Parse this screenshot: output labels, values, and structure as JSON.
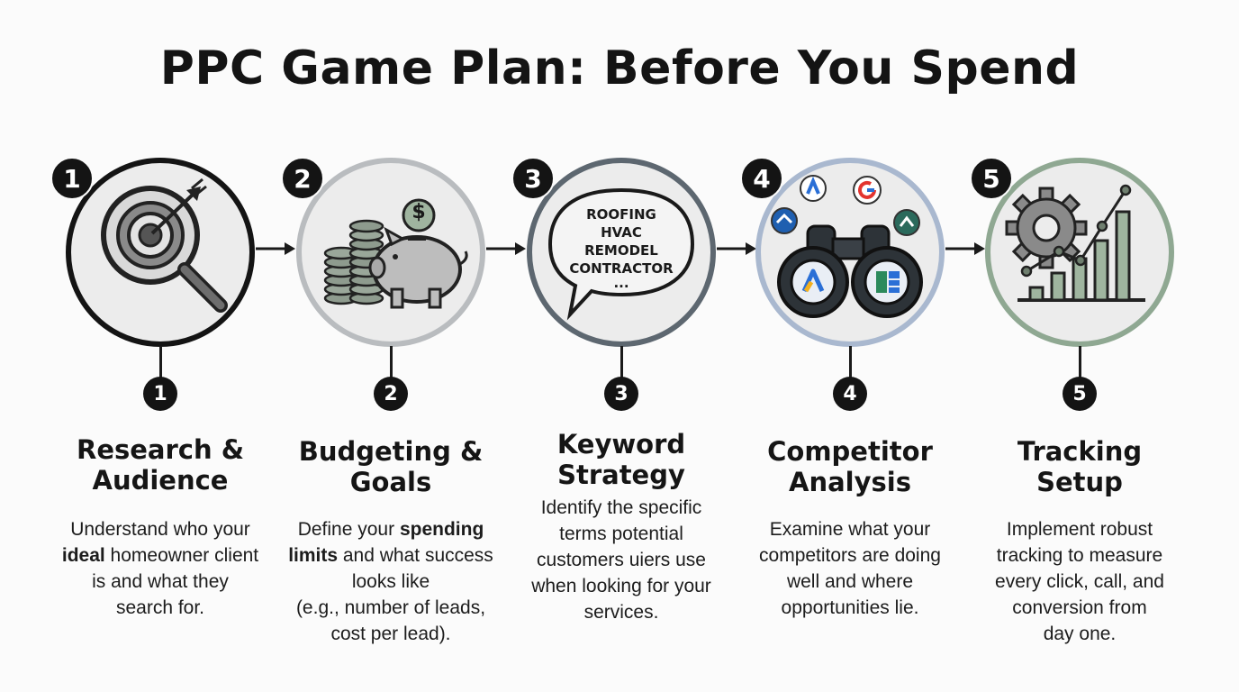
{
  "title": "PPC Game Plan: Before You Spend",
  "steps": [
    {
      "number": "1",
      "label_line1": "Research &",
      "label_line2": "Audience",
      "desc": [
        {
          "text": "Understand who your"
        },
        {
          "bold": "ideal",
          "text": " homeowner client"
        },
        {
          "text": "is and what they"
        },
        {
          "text": "search for."
        }
      ],
      "icon": "target-magnifier-icon",
      "ring_color": "#141414"
    },
    {
      "number": "2",
      "label_line1": "Budgeting &",
      "label_line2": "Goals",
      "desc": [
        {
          "pre": "Define your ",
          "bold": "spending"
        },
        {
          "bold": "limits",
          "text": " and what success"
        },
        {
          "text": "looks like"
        },
        {
          "text": "(e.g., number of leads,"
        },
        {
          "text": "cost per lead)."
        }
      ],
      "icon": "piggy-bank-coins-icon",
      "dollar_sign": "$",
      "ring_color": "#b9bcbf"
    },
    {
      "number": "3",
      "label_line1": "Keyword",
      "label_line2": "Strategy",
      "desc": [
        {
          "text": "Identify the specific"
        },
        {
          "text": "terms potential"
        },
        {
          "text": "customers uiers use"
        },
        {
          "text": "when looking for your"
        },
        {
          "text": "services."
        }
      ],
      "icon": "speech-bubble-icon",
      "keywords": [
        "ROOFING",
        "HVAC",
        "REMODEL",
        "CONTRACTOR",
        "..."
      ],
      "ring_color": "#5d6770"
    },
    {
      "number": "4",
      "label_line1": "Competitor",
      "label_line2": "Analysis",
      "desc": [
        {
          "text": "Examine what your"
        },
        {
          "text": "competitors are doing"
        },
        {
          "text": "well and where"
        },
        {
          "text": "opportunities lie."
        }
      ],
      "icon": "binoculars-icon",
      "ring_color": "#a9b8cf"
    },
    {
      "number": "5",
      "label_line1": "Tracking",
      "label_line2": "Setup",
      "desc": [
        {
          "text": "Implement robust"
        },
        {
          "text": "tracking to measure"
        },
        {
          "text": "every click, call, and"
        },
        {
          "text": "conversion from"
        },
        {
          "text": "day one."
        }
      ],
      "icon": "gear-bar-chart-icon",
      "ring_color": "#8fa892"
    }
  ]
}
